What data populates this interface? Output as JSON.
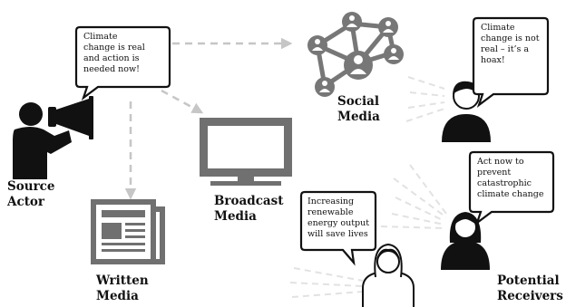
{
  "labels": {
    "source_actor": "Source\nActor",
    "social_media": "Social\nMedia",
    "broadcast_media": "Broadcast\nMedia",
    "written_media": "Written\nMedia",
    "potential_receivers": "Potential\nReceivers"
  },
  "bubbles": {
    "source": "Climate\nchange is real\nand action is\nneeded now!",
    "receiver_top": "Climate\nchange is not\nreal – it’s a\nhoax!",
    "receiver_mid": "Act now to\nprevent\ncatastrophic\nclimate change",
    "receiver_bottom": "Increasing\nrenewable\nenergy output\nwill save lives"
  },
  "colors": {
    "dark": "#111111",
    "media_gray": "#707070",
    "arrow_gray": "#c6c6c6",
    "ray_gray": "#e0e0e0"
  },
  "icons": [
    "megaphone-person-icon",
    "social-network-icon",
    "tv-monitor-icon",
    "newspaper-icon",
    "person-short-hair-icon",
    "person-long-hair-icon",
    "person-outline-icon"
  ]
}
